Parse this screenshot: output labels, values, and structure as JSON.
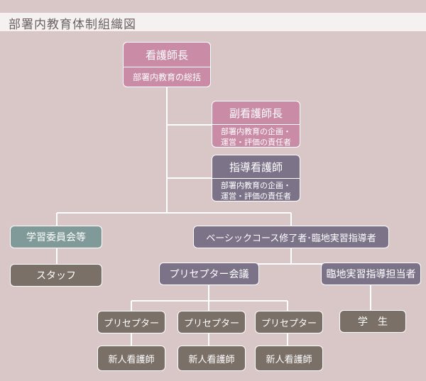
{
  "title": "部署内教育体制組織図",
  "nodes": {
    "head_nurse": {
      "title": "看護師長",
      "desc": "部署内教育の総括"
    },
    "deputy": {
      "title": "副看護師長",
      "desc_1": "部署内教育の企画・",
      "desc_2": "運営・評価の責任者"
    },
    "instructor": {
      "title": "指導看護師",
      "desc_1": "部署内教育の企画・",
      "desc_2": "運営・評価の責任者"
    },
    "study_committee": "学習委員会等",
    "staff": "スタッフ",
    "basic_course": "ベーシックコース修了者･臨地実習指導者",
    "preceptor_meeting": "プリセプター会議",
    "clinical_leader": "臨地実習指導担当者",
    "preceptor_1": "プリセプター",
    "preceptor_2": "プリセプター",
    "preceptor_3": "プリセプター",
    "new_nurse_1": "新人看護師",
    "new_nurse_2": "新人看護師",
    "new_nurse_3": "新人看護師",
    "student": "学　生"
  },
  "colors": {
    "background": "#d9c7c7",
    "pink": "#c98ba5",
    "purple": "#7c7389",
    "teal": "#7f9a98",
    "grey": "#7b7068",
    "line": "#ffffff"
  }
}
